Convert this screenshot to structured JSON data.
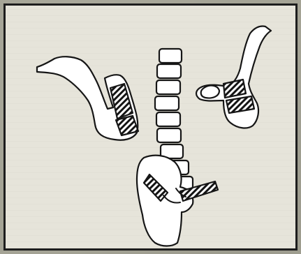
{
  "figure": {
    "elements": [
      "left-arm-bone",
      "spine",
      "right-arm-bone",
      "pelvis-hip-joint"
    ]
  }
}
